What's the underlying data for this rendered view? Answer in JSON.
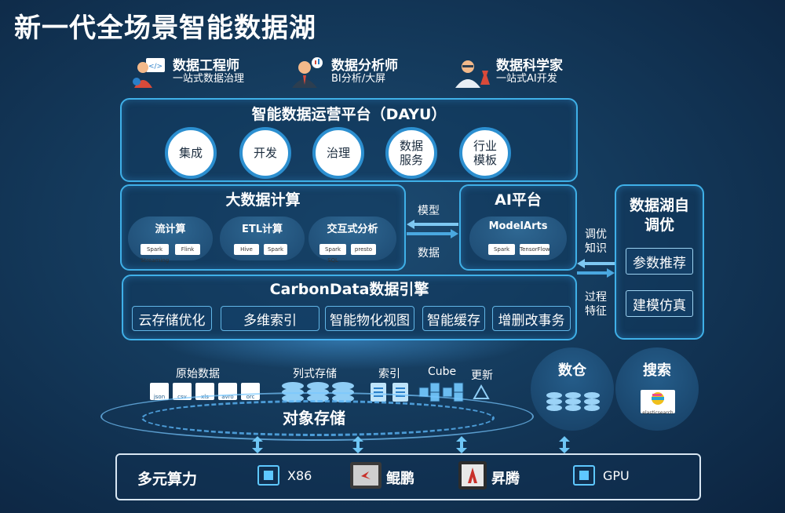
{
  "title": "新一代全场景智能数据湖",
  "roles": [
    {
      "name": "数据工程师",
      "sub": "一站式数据治理"
    },
    {
      "name": "数据分析师",
      "sub": "BI分析/大屏"
    },
    {
      "name": "数据科学家",
      "sub": "一站式AI开发"
    }
  ],
  "dayu": {
    "title": "智能数据运营平台（DAYU）",
    "items": [
      "集成",
      "开发",
      "治理",
      "数据服务",
      "行业模板"
    ]
  },
  "bigdata": {
    "title": "大数据计算",
    "groups": [
      {
        "label": "流计算",
        "logos": [
          "Spark Streaming",
          "Flink"
        ]
      },
      {
        "label": "ETL计算",
        "logos": [
          "Hive",
          "Spark"
        ]
      },
      {
        "label": "交互式分析",
        "logos": [
          "Spark SQL",
          "presto"
        ]
      }
    ]
  },
  "link_labels": {
    "model": "模型",
    "data": "数据",
    "tuning": "调优知识",
    "process": "过程特征"
  },
  "ai": {
    "title": "AI平台",
    "pill": "ModelArts",
    "logos": [
      "Spark",
      "TensorFlow"
    ]
  },
  "selftune": {
    "title": "数据湖自调优",
    "items": [
      "参数推荐",
      "建模仿真"
    ]
  },
  "carbon": {
    "title": "CarbonData数据引擎",
    "items": [
      "云存储优化",
      "多维索引",
      "智能物化视图",
      "智能缓存",
      "增删改事务"
    ]
  },
  "storage": {
    "labels": [
      "原始数据",
      "列式存储",
      "索引",
      "Cube",
      "更新"
    ],
    "file_icons": [
      "json",
      "csv",
      "xls",
      "avro",
      "orc"
    ],
    "center": "对象存储"
  },
  "warehouse": {
    "label": "数仓"
  },
  "search": {
    "label": "搜索",
    "logo": "elasticsearch"
  },
  "compute": {
    "label": "多元算力",
    "items": [
      "X86",
      "鲲鹏",
      "昇腾",
      "GPU"
    ]
  },
  "colors": {
    "accent": "#3fb0e8",
    "background": "#143a5c"
  }
}
